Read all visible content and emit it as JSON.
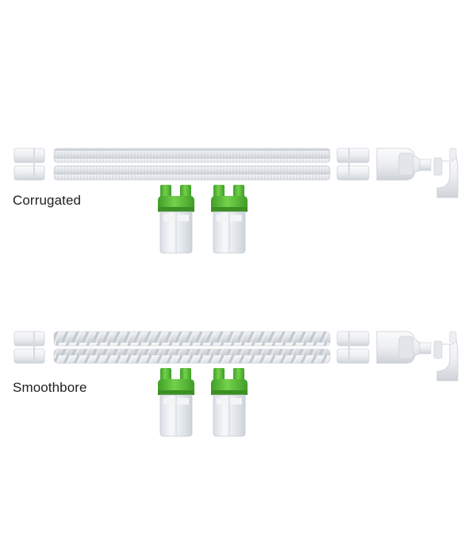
{
  "labels": {
    "corrugated": "Corrugated",
    "smoothbore": "Smoothbore"
  },
  "colors": {
    "background": "#ffffff",
    "tube": "#e6e9ee",
    "tube_shadow": "#c5cad2",
    "connector": "#eef0f3",
    "trap_cap_green": "#5fc13a",
    "trap_cap_dark_green": "#3b9b25",
    "trap_cup": "#e9edf1"
  },
  "icons": [
    "corrugated-circuit-image",
    "smoothbore-circuit-image",
    "water-trap-image",
    "elbow-connector-image"
  ]
}
